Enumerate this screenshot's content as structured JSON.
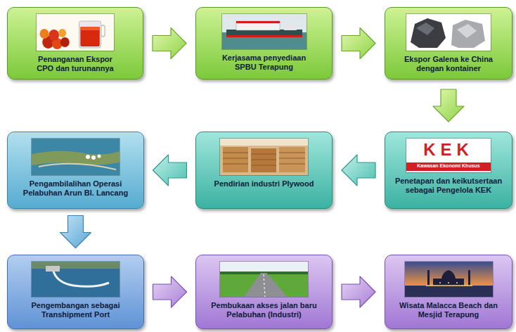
{
  "diagram": {
    "nodes": [
      {
        "text": [
          "Penanganan Ekspor CPO dan turunannya"
        ]
      },
      {
        "text": [
          "Kerjasama penyediaan SPBU Terapung"
        ]
      },
      {
        "text": [
          "Ekspor Galena ke China dengan kontainer"
        ]
      },
      {
        "text": [
          "Penetapan dan keikutsertaan sebagai Pengelola KEK"
        ]
      },
      {
        "text": [
          "Pendirian industri Plywood"
        ]
      },
      {
        "text": [
          "Pengambilalihan Operasi Pelabuhan Arun Bl. Lancang"
        ]
      },
      {
        "text": [
          "Pengembangan sebagai Transhipment Port"
        ]
      },
      {
        "text": [
          "Pembukaan akses jalan baru Pelabuhan (Industri)"
        ]
      },
      {
        "text": [
          "Wisata Malacca Beach dan Mesjid Terapung"
        ]
      }
    ],
    "edges": [
      {
        "from": 0,
        "to": 1,
        "arrow": "to"
      },
      {
        "from": 1,
        "to": 2,
        "arrow": "to"
      },
      {
        "from": 2,
        "to": 3,
        "arrow": "to"
      },
      {
        "from": 3,
        "to": 4,
        "arrow": "to"
      },
      {
        "from": 4,
        "to": 5,
        "arrow": "to"
      },
      {
        "from": 5,
        "to": 6,
        "arrow": "to"
      },
      {
        "from": 6,
        "to": 7,
        "arrow": "to"
      },
      {
        "from": 7,
        "to": 8,
        "arrow": "to"
      }
    ],
    "labels": [
      "KEK",
      "Kawasan Ekonomi Khusus"
    ]
  }
}
